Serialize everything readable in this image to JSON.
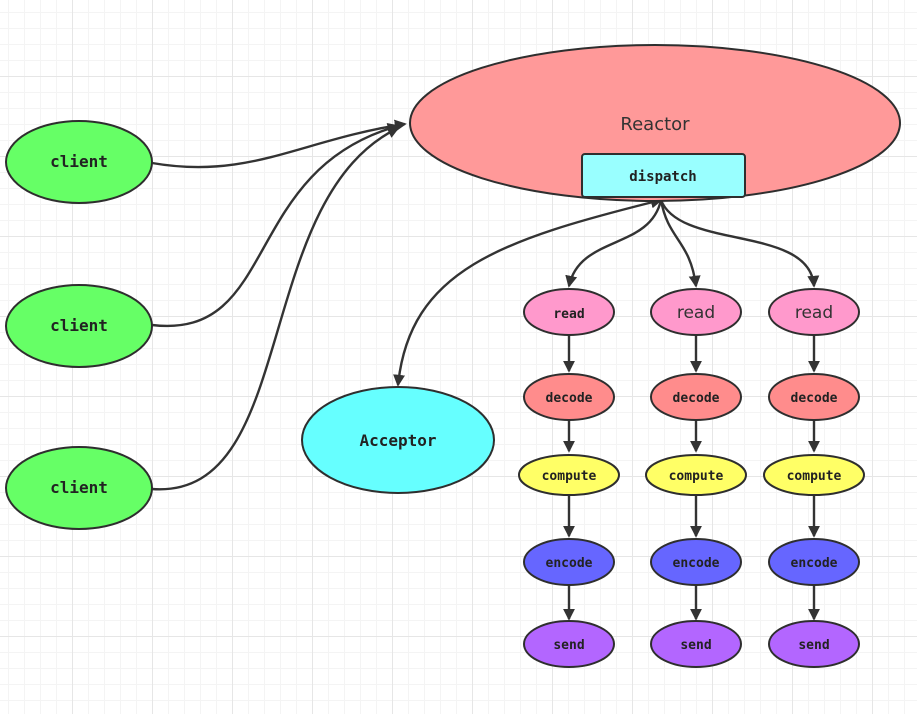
{
  "colors": {
    "client": "#66ff66",
    "reactor": "#ff9999",
    "dispatch": "#99ffff",
    "acceptor": "#66ffff",
    "read": "#ff99cc",
    "decode": "#ff8c8c",
    "compute": "#ffff66",
    "encode": "#6666ff",
    "send": "#b366ff"
  },
  "reactor": {
    "label": "Reactor",
    "dispatch_label": "dispatch"
  },
  "clients": [
    {
      "label": "client"
    },
    {
      "label": "client"
    },
    {
      "label": "client"
    }
  ],
  "acceptor": {
    "label": "Acceptor"
  },
  "pipelines": [
    {
      "stages": [
        "read",
        "decode",
        "compute",
        "encode",
        "send"
      ]
    },
    {
      "stages": [
        "read",
        "decode",
        "compute",
        "encode",
        "send"
      ]
    },
    {
      "stages": [
        "read",
        "decode",
        "compute",
        "encode",
        "send"
      ]
    }
  ]
}
